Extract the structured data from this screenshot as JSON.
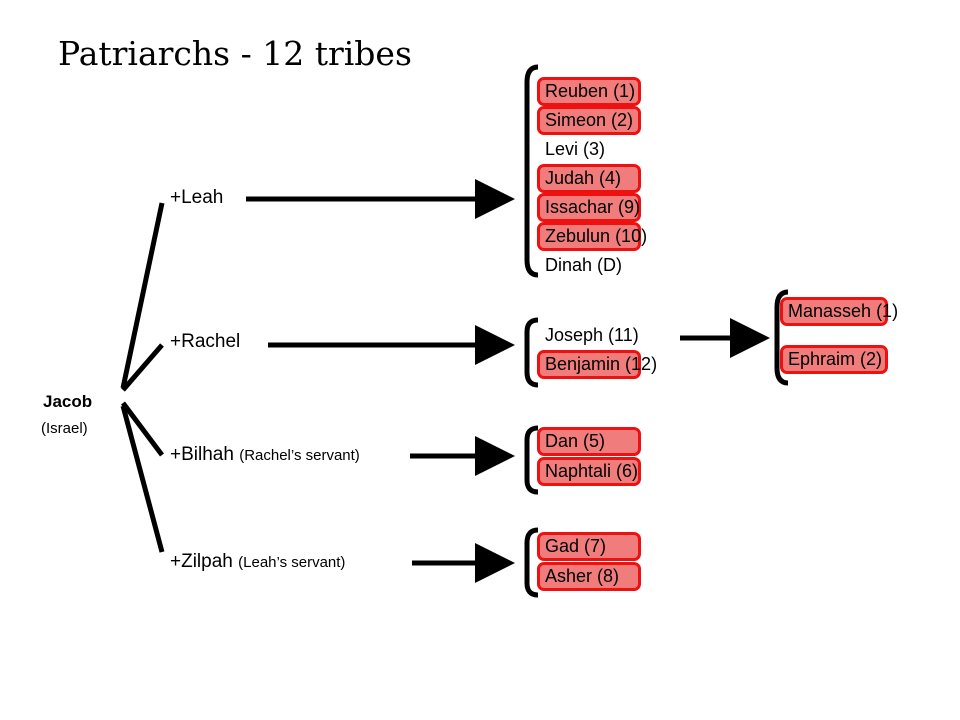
{
  "title": "Patriarchs - 12 tribes",
  "colors": {
    "highlight_fill": "#f07c7c",
    "highlight_border": "#ee1111"
  },
  "root": {
    "name": "Jacob",
    "subtitle": "(Israel)"
  },
  "wives": [
    {
      "name": "+Leah",
      "note": ""
    },
    {
      "name": "+Rachel",
      "note": ""
    },
    {
      "name": "+Bilhah",
      "note": "(Rachel’s servant)"
    },
    {
      "name": "+Zilpah",
      "note": "(Leah’s servant)"
    }
  ],
  "children": {
    "leah": [
      {
        "name": "Reuben",
        "number": "(1)",
        "highlighted": true
      },
      {
        "name": "Simeon",
        "number": "(2)",
        "highlighted": true
      },
      {
        "name": "Levi",
        "number": "(3)",
        "highlighted": false
      },
      {
        "name": "Judah",
        "number": "(4)",
        "highlighted": true
      },
      {
        "name": "Issachar",
        "number": "(9)",
        "highlighted": true
      },
      {
        "name": "Zebulun",
        "number": "(10)",
        "highlighted": true
      },
      {
        "name": "Dinah",
        "number": "(D)",
        "highlighted": false
      }
    ],
    "rachel": [
      {
        "name": "Joseph",
        "number": "(11)",
        "highlighted": false
      },
      {
        "name": "Benjamin",
        "number": "(12)",
        "highlighted": true
      }
    ],
    "bilhah": [
      {
        "name": "Dan",
        "number": "(5)",
        "highlighted": true
      },
      {
        "name": "Naphtali",
        "number": "(6)",
        "highlighted": true
      }
    ],
    "zilpah": [
      {
        "name": "Gad",
        "number": "(7)",
        "highlighted": true
      },
      {
        "name": "Asher",
        "number": "(8)",
        "highlighted": true
      }
    ],
    "joseph": [
      {
        "name": "Manasseh",
        "number": "(1)",
        "highlighted": true
      },
      {
        "name": "Ephraim",
        "number": "(2)",
        "highlighted": true
      }
    ]
  }
}
